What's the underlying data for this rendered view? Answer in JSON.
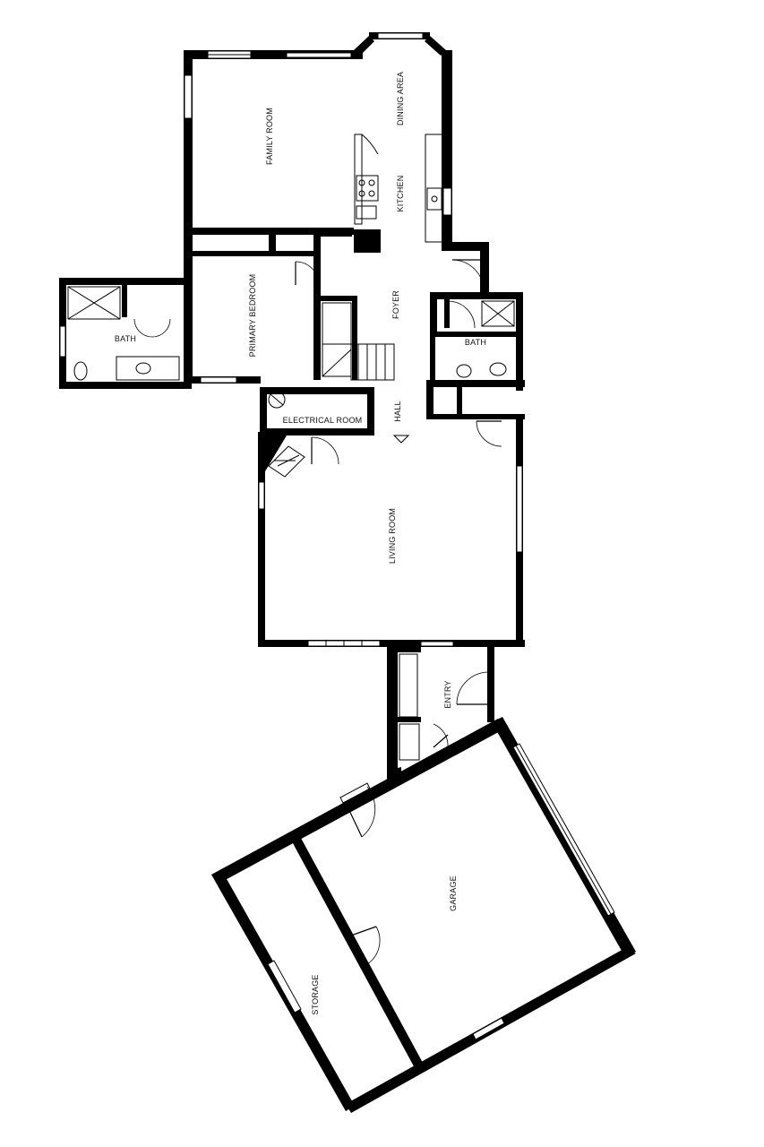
{
  "rooms": {
    "family_room": "FAMILY ROOM",
    "dining_area": "DINING AREA",
    "kitchen": "KITCHEN",
    "primary_bedroom": "PRIMARY BEDROOM",
    "bath_left": "BATH",
    "foyer": "FOYER",
    "bath_right": "BATH",
    "electrical_room": "ELECTRICAL ROOM",
    "hall": "HALL",
    "living_room": "LIVING ROOM",
    "entry": "ENTRY",
    "garage": "GARAGE",
    "storage": "STORAGE"
  }
}
